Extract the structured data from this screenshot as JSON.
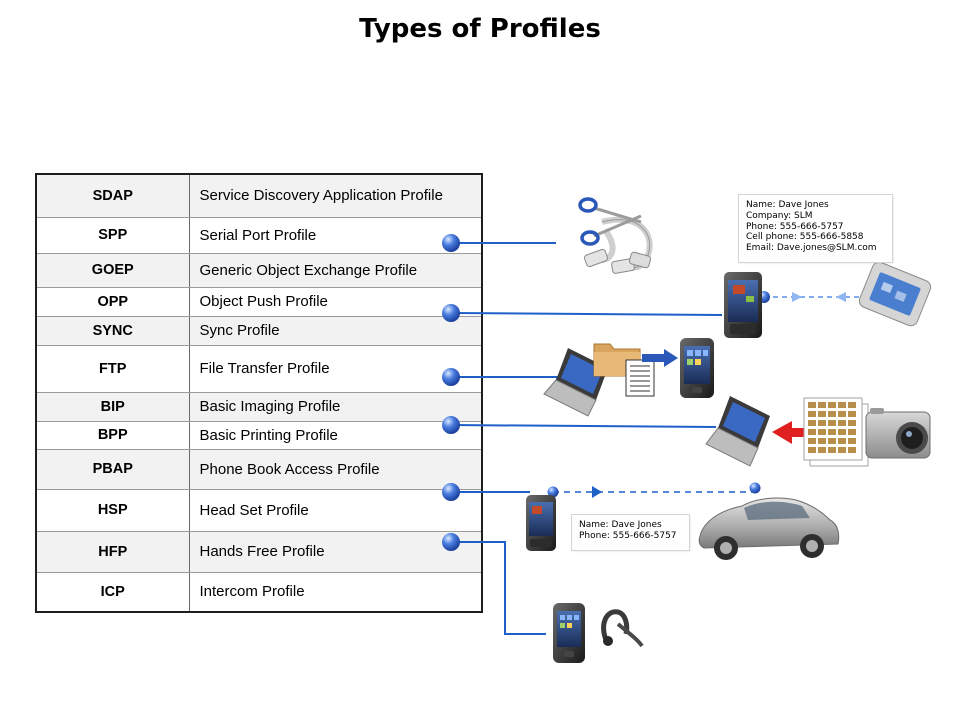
{
  "title": "Types of Profiles",
  "profiles": [
    {
      "abbr": "SDAP",
      "name": "Service Discovery Application Profile"
    },
    {
      "abbr": "SPP",
      "name": "Serial Port Profile"
    },
    {
      "abbr": "GOEP",
      "name": "Generic Object Exchange Profile"
    },
    {
      "abbr": "OPP",
      "name": "Object Push Profile"
    },
    {
      "abbr": "SYNC",
      "name": "Sync Profile"
    },
    {
      "abbr": "FTP",
      "name": "File Transfer Profile"
    },
    {
      "abbr": "BIP",
      "name": "Basic Imaging Profile"
    },
    {
      "abbr": "BPP",
      "name": "Basic Printing Profile"
    },
    {
      "abbr": "PBAP",
      "name": "Phone Book Access Profile"
    },
    {
      "abbr": "HSP",
      "name": "Head Set Profile"
    },
    {
      "abbr": "HFP",
      "name": "Hands Free Profile"
    },
    {
      "abbr": "ICP",
      "name": "Intercom Profile"
    }
  ],
  "contact_card_full": {
    "line1": "Name: Dave Jones",
    "line2": "Company: SLM",
    "line3": "Phone: 555-666-5757",
    "line4": "Cell phone: 555-666-5858",
    "line5": "Email: Dave.jones@SLM.com"
  },
  "contact_card_short": {
    "line1": "Name: Dave Jones",
    "line2": "Phone: 555-666-5757"
  },
  "colors": {
    "connector": "#1f5fc8",
    "dot": "#3e6fd6",
    "arrow_red": "#e02020"
  }
}
